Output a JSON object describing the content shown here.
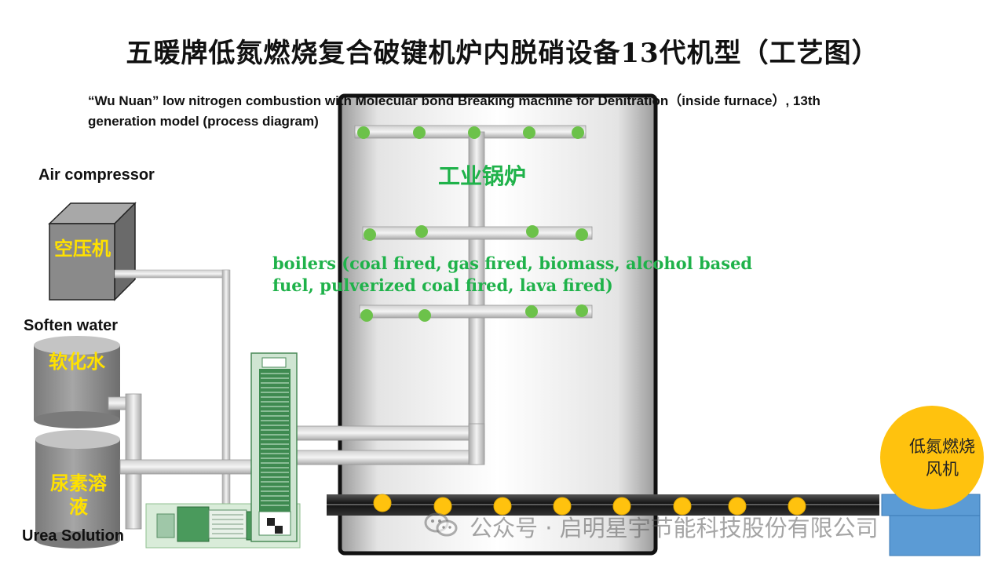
{
  "title": "五暖牌低氮燃烧复合破键机炉内脱硝设备13代机型（工艺图）",
  "subtitle": "“Wu Nuan” low nitrogen combustion with Molecular bond Breaking machine for Denitration（inside furnace）, 13th generation model (process diagram)",
  "labels": {
    "air_compressor": "Air compressor",
    "soften_water": "Soften water",
    "urea_solution": "Urea Solution"
  },
  "tanks": {
    "compressor_text": "空压机",
    "water_text": "软化水",
    "urea_text": "尿素溶液"
  },
  "boiler": {
    "title": "工业锅炉",
    "description": "boilers (coal fired, gas fired, biomass, alcohol based fuel, pulverized coal fired, lava fired)"
  },
  "fan": {
    "text": "低氮燃烧风机"
  },
  "watermark": "公众号 · 启明星宇节能科技股份有限公司",
  "colors": {
    "tank_gray": "#8a8a8a",
    "text_yellow": "#ffe100",
    "nozzle_green": "#6cc24a",
    "nozzle_yellow": "#ffc20e",
    "fan_yellow": "#ffc20e",
    "boiler_text_green": "#1fb24a",
    "equipment_green": "#4a9a5c",
    "fan_base_blue": "#5b9bd5"
  },
  "icons": [
    "wechat-icon"
  ]
}
